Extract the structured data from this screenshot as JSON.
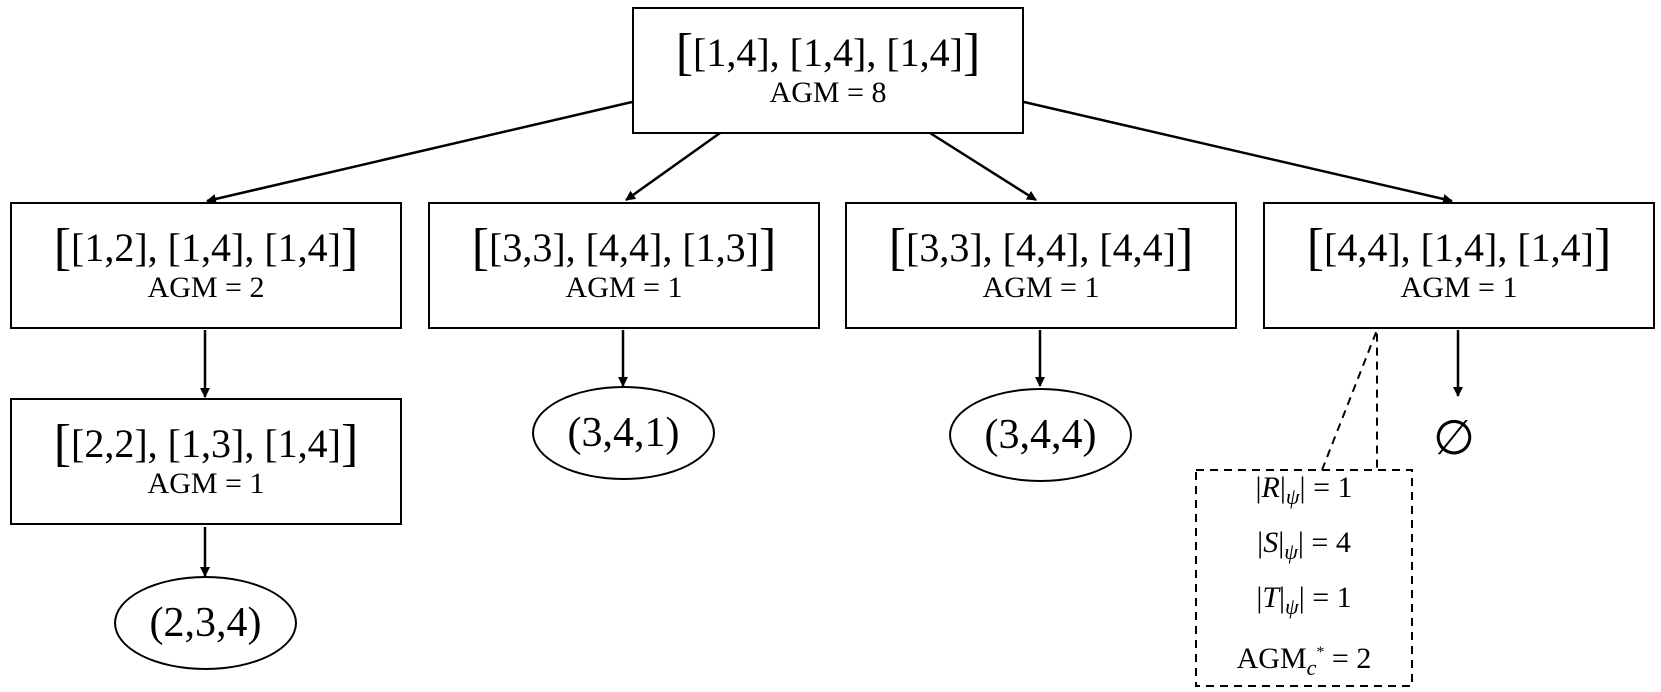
{
  "root": {
    "tuple": "[1,4], [1,4], [1,4]",
    "agm": "AGM = 8"
  },
  "level1": [
    {
      "tuple": "[1,2], [1,4], [1,4]",
      "agm": "AGM = 2"
    },
    {
      "tuple": "[3,3], [4,4], [1,3]",
      "agm": "AGM = 1"
    },
    {
      "tuple": "[3,3], [4,4], [4,4]",
      "agm": "AGM = 1"
    },
    {
      "tuple": "[4,4], [1,4], [1,4]",
      "agm": "AGM = 1"
    }
  ],
  "level2": {
    "tuple": "[2,2], [1,3], [1,4]",
    "agm": "AGM = 1"
  },
  "leaves": [
    "(2,3,4)",
    "(3,4,1)",
    "(3,4,4)"
  ],
  "empty_set": "∅",
  "callout": {
    "r_label": "R",
    "s_label": "S",
    "t_label": "T",
    "subscript": "ψ",
    "equals": " = ",
    "r_value": "1",
    "s_value": "4",
    "t_value": "1",
    "agm_label": "AGM",
    "agm_sub": "c",
    "agm_sup": "*",
    "agm_value": "2"
  }
}
